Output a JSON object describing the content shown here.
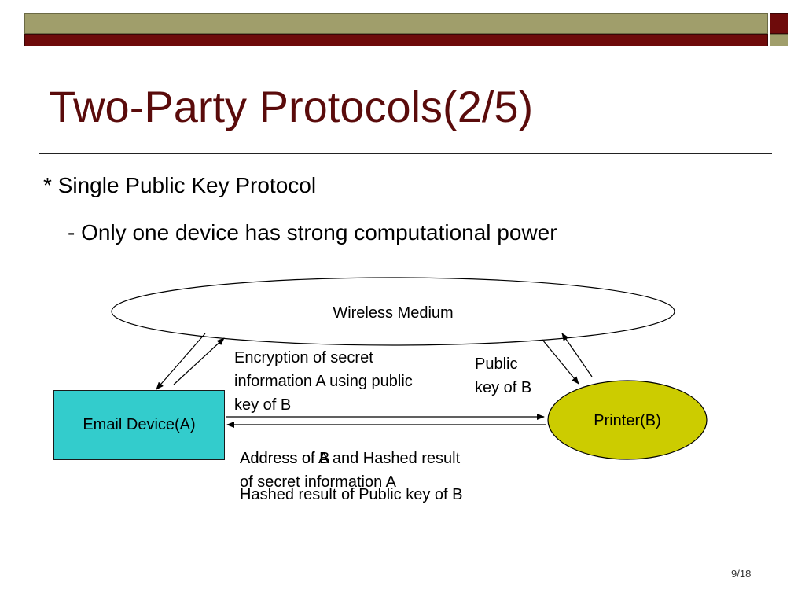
{
  "slide": {
    "title": "Two-Party Protocols(2/5)",
    "bullet_1": "* Single Public Key Protocol",
    "bullet_2": "- Only one device has strong computational power",
    "page_number": "9/18"
  },
  "diagram": {
    "medium_label": "Wireless Medium",
    "device_a_label": "Email Device(A)",
    "device_b_label": "Printer(B)",
    "encryption_label_lines": [
      "Encryption of secret",
      "information A using public",
      "key of B"
    ],
    "public_key_label_lines": [
      "Public",
      "key of B"
    ],
    "overlap_label_1_lines": [
      "Address of A and Hashed result",
      "of secret information A"
    ],
    "overlap_label_2_lines": [
      "Address of B",
      "Hashed result of Public key of B"
    ],
    "colors": {
      "device_a_fill": "#33cccc",
      "device_b_fill": "#cccc00",
      "title_color": "#5a0b0b",
      "band_olive": "#a09e6b",
      "band_maroon": "#6e0b0b"
    }
  }
}
